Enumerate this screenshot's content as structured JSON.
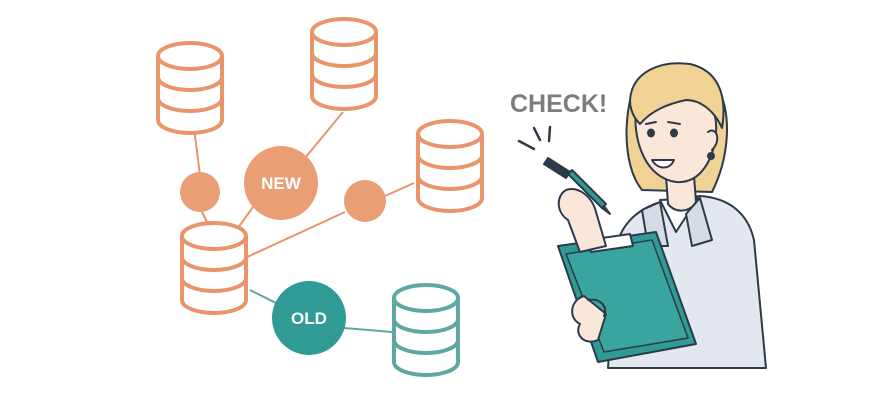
{
  "labels": {
    "new": "NEW",
    "old": "OLD",
    "check": "CHECK!"
  },
  "icons": {
    "database": "database-icon",
    "woman": "woman-with-clipboard-illustration"
  },
  "colors": {
    "orange_fill": "#ea9e76",
    "orange_stroke": "#e9946a",
    "teal_fill": "#2f9b94",
    "teal_stroke": "#5ea7a2",
    "check_text": "#7d7d7d",
    "line": "#2d3a4a"
  }
}
